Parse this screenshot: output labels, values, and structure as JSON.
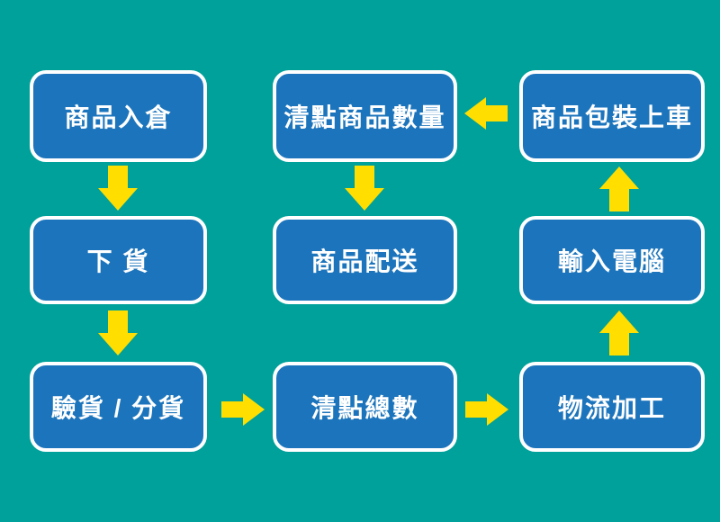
{
  "diagram": {
    "type": "flowchart",
    "topic": "warehouse-logistics-process",
    "colors": {
      "background": "#00A19A",
      "box_fill": "#1C75BC",
      "box_border": "#FFFFFF",
      "text": "#FFFFFF",
      "arrow": "#FFDE00"
    },
    "nodes": [
      {
        "label": "商品入倉",
        "grid": "row1-col1",
        "step": 1
      },
      {
        "label": "清點商品數量",
        "grid": "row1-col2",
        "step": 8
      },
      {
        "label": "商品包裝上車",
        "grid": "row1-col3",
        "step": 7
      },
      {
        "label": "下 貨",
        "grid": "row2-col1",
        "step": 2
      },
      {
        "label": "商品配送",
        "grid": "row2-col2",
        "step": 9
      },
      {
        "label": "輸入電腦",
        "grid": "row2-col3",
        "step": 6
      },
      {
        "label": "驗貨 / 分貨",
        "grid": "row3-col1",
        "step": 3
      },
      {
        "label": "清點總數",
        "grid": "row3-col2",
        "step": 4
      },
      {
        "label": "物流加工",
        "grid": "row3-col3",
        "step": 5
      }
    ],
    "flow_order": [
      "商品入倉",
      "下 貨",
      "驗貨 / 分貨",
      "清點總數",
      "物流加工",
      "輸入電腦",
      "商品包裝上車",
      "清點商品數量",
      "商品配送"
    ],
    "arrows": [
      {
        "from": "商品入倉",
        "to": "下 貨",
        "direction": "down"
      },
      {
        "from": "下 貨",
        "to": "驗貨 / 分貨",
        "direction": "down"
      },
      {
        "from": "驗貨 / 分貨",
        "to": "清點總數",
        "direction": "right"
      },
      {
        "from": "清點總數",
        "to": "物流加工",
        "direction": "right"
      },
      {
        "from": "物流加工",
        "to": "輸入電腦",
        "direction": "up"
      },
      {
        "from": "輸入電腦",
        "to": "商品包裝上車",
        "direction": "up"
      },
      {
        "from": "商品包裝上車",
        "to": "清點商品數量",
        "direction": "left"
      },
      {
        "from": "清點商品數量",
        "to": "商品配送",
        "direction": "down"
      }
    ]
  }
}
